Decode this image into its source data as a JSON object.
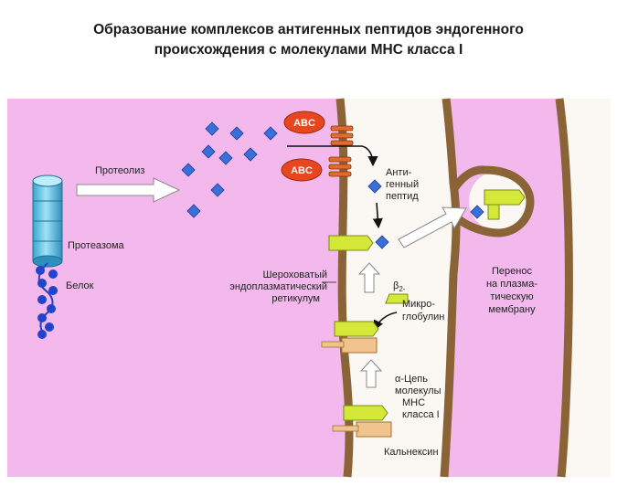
{
  "title": {
    "line1": "Образование комплексов антигенных пептидов эндогенного",
    "line2": "происхождения с молекулами МНС класса I"
  },
  "labels": {
    "proteolysis": "Протеолиз",
    "proteasome": "Протеазома",
    "protein": "Белок",
    "abc1": "ABC",
    "abc2": "ABC",
    "antigen_peptide_1": "Анти-",
    "antigen_peptide_2": "генный",
    "antigen_peptide_3": "пептид",
    "er_1": "Шероховатый",
    "er_2": "эндоплазматический",
    "er_3": "ретикулум",
    "b2_greek": "β",
    "b2_sub": "2-",
    "b2_2": "Микро-",
    "b2_3": "глобулин",
    "alpha_1": "α-Цепь",
    "alpha_2": "молекулы",
    "alpha_3": "МНС",
    "alpha_4": "класса I",
    "calnexin": "Кальнексин",
    "transfer_1": "Перенос",
    "transfer_2": "на плазма-",
    "transfer_3": "тическую",
    "transfer_4": "мембрану"
  },
  "colors": {
    "cytoplasm": "#f3b8ec",
    "er_lumen": "#fbf8f3",
    "membrane": "#8a6437",
    "peptide": "#3a6fd8",
    "abc": "#e8461e",
    "mhc_heavy": "#d4e83a",
    "calnexin": "#f0c48c",
    "proteasome": "#5fc6e8",
    "protein_chain": "#2244cc"
  }
}
